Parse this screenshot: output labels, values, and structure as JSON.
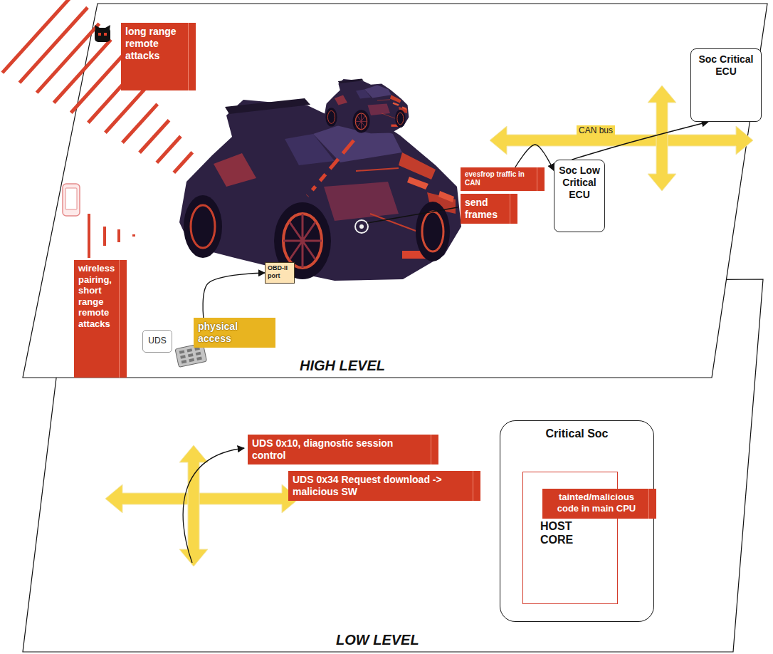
{
  "diagram": {
    "nodes": [
      {
        "text": [
          "HIGH LEVEL"
        ]
      },
      {
        "text": [
          "long range remote attacks"
        ],
        "in": 0
      },
      {
        "text": [
          "wireless pairing, short range remote attacks"
        ],
        "in": 0
      },
      {
        "text": [
          "UDS"
        ],
        "in": 0
      },
      {
        "text": [
          "physical access"
        ],
        "in": 0
      },
      {
        "text": [
          "OBD-II port"
        ],
        "in": 0
      },
      {
        "text": [
          "evesfrop traffic in CAN"
        ],
        "in": 0
      },
      {
        "text": [
          "send frames"
        ],
        "in": 0
      },
      {
        "text": [
          "Soc Low Critical ECU"
        ],
        "in": 0
      },
      {
        "text": [
          "Soc Critical ECU"
        ],
        "in": 0
      },
      {
        "text": [
          "LOW LEVEL"
        ]
      },
      {
        "text": [
          "UDS 0x10, diagnostic session control"
        ],
        "in": 10
      },
      {
        "text": [
          "UDS 0x34 Request download -> malicious SW"
        ],
        "in": 10
      },
      {
        "text": [
          "Critical Soc"
        ],
        "in": 10
      },
      {
        "text": [
          "HOST CORE"
        ],
        "in": 13
      },
      {
        "text": [
          "tainted/malicious code in main CPU"
        ],
        "in": 13
      }
    ],
    "edges": [
      {
        "from": 4,
        "to": 5,
        "arrow": "to"
      },
      {
        "from": 6,
        "to": 8,
        "arrow": "to"
      },
      {
        "from": 8,
        "to": 9,
        "label": "CAN bus",
        "arrow": "to"
      }
    ]
  }
}
